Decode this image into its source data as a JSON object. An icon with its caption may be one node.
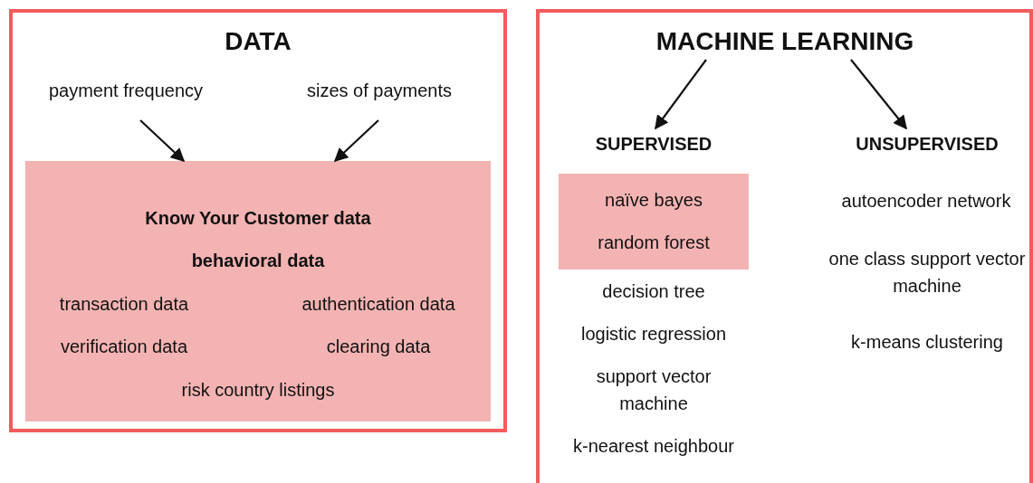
{
  "diagram": {
    "nodes": [
      {
        "text": [
          "DATA"
        ]
      },
      {
        "text": [
          "payment frequency"
        ],
        "in": 0
      },
      {
        "text": [
          "sizes of payments"
        ],
        "in": 0
      },
      {
        "text": [
          "Know Your Customer data",
          "behavioral data",
          "transaction data",
          "authentication data",
          "verification data",
          "clearing data",
          "risk country listings"
        ],
        "in": 0
      },
      {
        "text": [
          "MACHINE LEARNING"
        ]
      },
      {
        "text": [
          "SUPERVISED"
        ],
        "in": 4
      },
      {
        "text": [
          "UNSUPERVISED"
        ],
        "in": 4
      },
      {
        "text": [
          "naïve bayes",
          "random forest"
        ],
        "in": 4
      }
    ],
    "edges": [
      {
        "from": 1,
        "to": 3,
        "arrow": "to"
      },
      {
        "from": 2,
        "to": 3,
        "arrow": "to"
      },
      {
        "from": 4,
        "to": 5,
        "arrow": "to"
      },
      {
        "from": 4,
        "to": 6,
        "arrow": "to"
      }
    ],
    "labels": [
      "decision tree",
      "autoencoder network",
      "logistic regression",
      "one class support vector machine",
      "support vector machine",
      "k-means clustering",
      "k-nearest neighbour"
    ]
  }
}
